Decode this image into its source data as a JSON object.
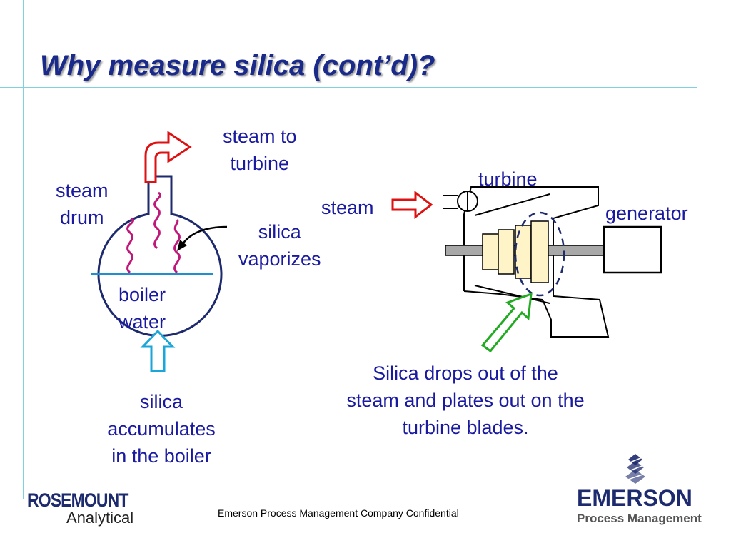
{
  "slide": {
    "title": "Why measure silica (cont’d)?",
    "footer": "Emerson Process Management Company Confidential"
  },
  "boiler": {
    "steam_drum": [
      "steam",
      "drum"
    ],
    "boiler_water": [
      "boiler",
      "water"
    ],
    "steam_to_turbine": [
      "steam to",
      "turbine"
    ],
    "silica_vaporizes": [
      "silica",
      "vaporizes"
    ],
    "silica_accumulates": [
      "silica",
      "accumulates",
      "in the boiler"
    ]
  },
  "turbine": {
    "turbine_label": "turbine",
    "steam_label": "steam",
    "generator_label": "generator",
    "silica_drops": [
      "Silica drops out of the",
      "steam and plates out on the",
      "turbine blades."
    ]
  },
  "logos": {
    "rosemount": "ROSEMOUNT",
    "analytical": "Analytical",
    "emerson": "EMERSON",
    "process_management": "Process Management"
  },
  "colors": {
    "title": "#1a2a8a",
    "label": "#1a1aa0",
    "vessel": "#1d2a6e",
    "steam_wave": "#c0187a",
    "water_line": "#1f8fd0",
    "red_arrow": "#dd1111",
    "cyan_arrow": "#1aa6d8",
    "green_arrow": "#22aa22",
    "blade_fill": "#fff4c8",
    "rule_line": "#7fd0e0"
  }
}
